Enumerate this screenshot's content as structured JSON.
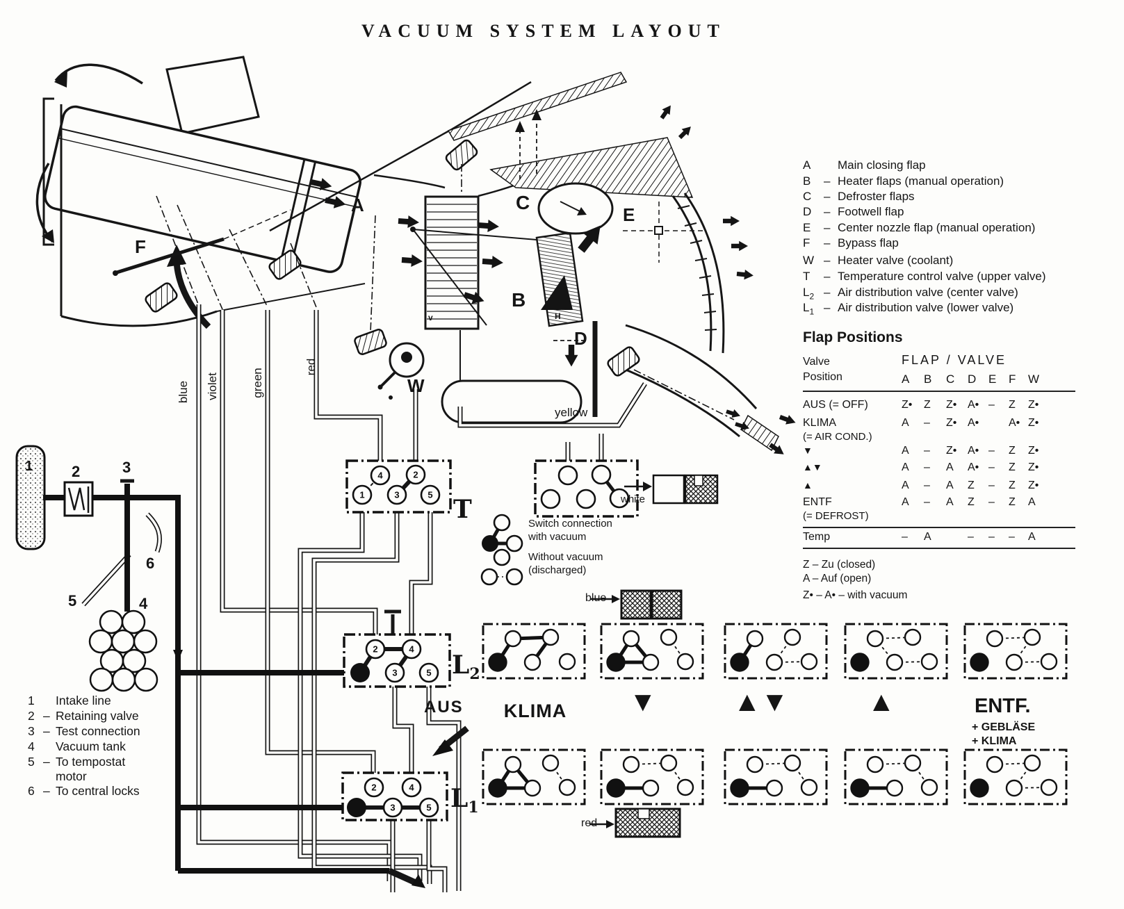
{
  "title": "VACUUM SYSTEM LAYOUT",
  "unit_labels": {
    "A": "A",
    "B": "B",
    "C": "C",
    "D": "D",
    "E": "E",
    "F": "F",
    "W": "W",
    "v": "v",
    "H": "H",
    "T": "T",
    "L": "L",
    "L2_sub": "2",
    "L1_sub": "1",
    "AUS": "AUS"
  },
  "wire_labels": {
    "blue": "blue",
    "violet": "violet",
    "green": "green",
    "red": "red",
    "yellow": "yellow",
    "white": "white",
    "blue_connector": "blue",
    "red_connector": "red"
  },
  "flap_legend": [
    {
      "key": "A",
      "sub": "",
      "dash": "",
      "desc": "Main closing flap"
    },
    {
      "key": "B",
      "sub": "",
      "dash": "–",
      "desc": "Heater flaps (manual operation)"
    },
    {
      "key": "C",
      "sub": "",
      "dash": "–",
      "desc": "Defroster flaps"
    },
    {
      "key": "D",
      "sub": "",
      "dash": "–",
      "desc": "Footwell flap"
    },
    {
      "key": "E",
      "sub": "",
      "dash": "–",
      "desc": "Center nozzle flap (manual operation)"
    },
    {
      "key": "F",
      "sub": "",
      "dash": "–",
      "desc": "Bypass flap"
    },
    {
      "key": "W",
      "sub": "",
      "dash": "–",
      "desc": "Heater valve (coolant)"
    },
    {
      "key": "T",
      "sub": "",
      "dash": "–",
      "desc": "Temperature control valve (upper valve)"
    },
    {
      "key": "L",
      "sub": "2",
      "dash": "–",
      "desc": "Air distribution valve (center valve)"
    },
    {
      "key": "L",
      "sub": "1",
      "dash": "–",
      "desc": "Air distribution valve (lower valve)"
    }
  ],
  "flap_positions": {
    "heading": "Flap Positions",
    "valve_word": "Valve",
    "position_word": "Position",
    "group_header": "FLAP / VALVE",
    "columns": [
      "A",
      "B",
      "C",
      "D",
      "E",
      "F",
      "W"
    ],
    "rows": [
      {
        "label": "AUS (= OFF)",
        "label2": "",
        "values": [
          "Z•",
          "Z",
          "Z•",
          "A•",
          "–",
          "Z",
          "Z•"
        ]
      },
      {
        "label": "KLIMA",
        "label2": "(= AIR COND.)",
        "values": [
          "A",
          "–",
          "Z•",
          "A•",
          "",
          "A•",
          "Z•"
        ]
      },
      {
        "label": "▼",
        "label2": "",
        "values": [
          "A",
          "–",
          "Z•",
          "A•",
          "–",
          "Z",
          "Z•"
        ]
      },
      {
        "label": "▲▼",
        "label2": "",
        "values": [
          "A",
          "–",
          "A",
          "A•",
          "–",
          "Z",
          "Z•"
        ]
      },
      {
        "label": "▲",
        "label2": "",
        "values": [
          "A",
          "–",
          "A",
          "Z",
          "–",
          "Z",
          "Z•"
        ]
      },
      {
        "label": "ENTF",
        "label2": "(= DEFROST)",
        "values": [
          "A",
          "–",
          "A",
          "Z",
          "–",
          "Z",
          "A"
        ]
      },
      {
        "label": "Temp",
        "label2": "",
        "values": [
          "–",
          "A",
          "",
          "–",
          "–",
          "–",
          "A"
        ]
      }
    ],
    "notes": [
      "Z – Zu (closed)",
      "A – Auf (open)",
      "Z• – A• – with vacuum"
    ]
  },
  "numbered_legend": [
    {
      "num": "1",
      "dash": "",
      "text": "Intake line",
      "text2": ""
    },
    {
      "num": "2",
      "dash": "–",
      "text": "Retaining valve",
      "text2": ""
    },
    {
      "num": "3",
      "dash": "–",
      "text": "Test connection",
      "text2": ""
    },
    {
      "num": "4",
      "dash": "",
      "text": "Vacuum tank",
      "text2": ""
    },
    {
      "num": "5",
      "dash": "–",
      "text": "To tempostat",
      "text2": "motor"
    },
    {
      "num": "6",
      "dash": "–",
      "text": "To central locks",
      "text2": ""
    }
  ],
  "switch_legend": {
    "with_line1": "Switch connection",
    "with_line2": "with vacuum",
    "without_line1": "Without vacuum",
    "without_line2": "(discharged)"
  },
  "mode_labels": {
    "klima": "KLIMA",
    "down": "▼",
    "up_down": "▲▼",
    "up": "▲",
    "entf": "ENTF.",
    "entf_plus1": "+ GEBLÄSE",
    "entf_plus2": "+ KLIMA"
  },
  "valve_ports": {
    "t": [
      "4",
      "2",
      "1",
      "3",
      "5"
    ],
    "l2": [
      "2",
      "4",
      "3",
      "5"
    ],
    "l1": [
      "2",
      "4",
      "3",
      "5"
    ]
  },
  "connector_states": {
    "l2_row": [
      {
        "filled": [
          "BL"
        ],
        "solid": [
          [
            "BL",
            "TL"
          ],
          [
            "TL",
            "TR"
          ],
          [
            "TR",
            "BM"
          ]
        ],
        "dashed": []
      },
      {
        "filled": [
          "BL"
        ],
        "solid": [
          [
            "BL",
            "TL"
          ],
          [
            "TL",
            "BM"
          ],
          [
            "BL",
            "BM"
          ]
        ],
        "dashed": [
          [
            "TR",
            "BR"
          ]
        ]
      },
      {
        "filled": [
          "BL"
        ],
        "solid": [
          [
            "BL",
            "TL"
          ]
        ],
        "dashed": [
          [
            "TR",
            "BM"
          ],
          [
            "BM",
            "BR"
          ]
        ]
      },
      {
        "filled": [
          "BL"
        ],
        "solid": [],
        "dashed": [
          [
            "TL",
            "TR"
          ],
          [
            "TL",
            "BM"
          ],
          [
            "BM",
            "BR"
          ]
        ]
      },
      {
        "filled": [
          "BL"
        ],
        "solid": [],
        "dashed": [
          [
            "TL",
            "TR"
          ],
          [
            "TR",
            "BM"
          ],
          [
            "BM",
            "BR"
          ]
        ]
      }
    ],
    "l1_row": [
      {
        "filled": [
          "BL"
        ],
        "solid": [
          [
            "BL",
            "TL"
          ],
          [
            "TL",
            "BM"
          ],
          [
            "BL",
            "BM"
          ]
        ],
        "dashed": [
          [
            "TR",
            "BR"
          ]
        ]
      },
      {
        "filled": [
          "BL"
        ],
        "solid": [
          [
            "BL",
            "BM"
          ]
        ],
        "dashed": [
          [
            "TL",
            "TR"
          ],
          [
            "TR",
            "BR"
          ]
        ]
      },
      {
        "filled": [
          "BL"
        ],
        "solid": [
          [
            "BL",
            "BM"
          ]
        ],
        "dashed": [
          [
            "TL",
            "TR"
          ],
          [
            "TR",
            "BR"
          ]
        ]
      },
      {
        "filled": [
          "BL"
        ],
        "solid": [
          [
            "BL",
            "BM"
          ]
        ],
        "dashed": [
          [
            "TL",
            "TR"
          ],
          [
            "TR",
            "BR"
          ]
        ]
      },
      {
        "filled": [
          "BL"
        ],
        "solid": [],
        "dashed": [
          [
            "TL",
            "TR"
          ],
          [
            "TR",
            "BM"
          ],
          [
            "BM",
            "BR"
          ]
        ]
      }
    ]
  }
}
